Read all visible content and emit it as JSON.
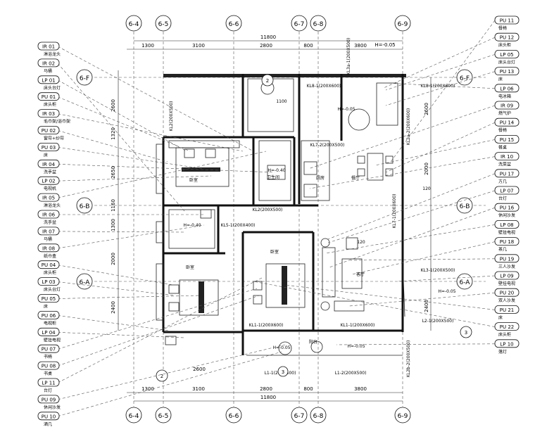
{
  "axes": {
    "columns": [
      "6-4",
      "6-5",
      "6-6",
      "6-7",
      "6-8",
      "6-9"
    ],
    "rows": [
      "6-F",
      "6-B",
      "6-A"
    ]
  },
  "dimensions": {
    "total_top": "11800",
    "total_bottom": "11800",
    "top_segments": [
      "1300",
      "3100",
      "2800",
      "800",
      "3800"
    ],
    "bottom_segments": [
      "1300",
      "3100",
      "2800",
      "800",
      "3800"
    ],
    "left_side": [
      "2600",
      "1320",
      "2650",
      "1160",
      "1300",
      "2000",
      "2400"
    ],
    "right_side": [
      "2600",
      "2000",
      "2400"
    ],
    "misc": [
      "2600",
      "1100",
      "120",
      "120"
    ]
  },
  "beams": [
    "KL3a-1(200X500)",
    "KL8-1(200X600)",
    "KL2(200X500)",
    "KL8-1(200X600)",
    "KL2a-2(200X600)",
    "KL7-2(200X500)",
    "KL2(200X500)",
    "KL5-1(200X400)",
    "KL1-1(200X600)",
    "L2-1(200X500)",
    "L1-1(200X500)",
    "L1-2(200X500)",
    "KL2b-2(200X500)",
    "KL3-1(200X500)",
    "KL1-1(200X600)",
    "KL7-1(200X600)"
  ],
  "levels": [
    "H=-0.05",
    "H=-0.05",
    "H=-0.40",
    "H=-0.40",
    "H=-0.05",
    "H=-0.05",
    "H=-0.05"
  ],
  "rooms": [
    "卧室",
    "餐厅",
    "客厅",
    "卧室",
    "卧室",
    "卫生间",
    "厨房",
    "阳台"
  ],
  "markers": [
    "2",
    "2",
    "3",
    "3"
  ],
  "left_labels": [
    {
      "code": "IR_01",
      "desc": "淋浴龙头"
    },
    {
      "code": "IR_02",
      "desc": "马桶"
    },
    {
      "code": "LP_01",
      "desc": "床头台灯"
    },
    {
      "code": "PU_01",
      "desc": "床头柜"
    },
    {
      "code": "IR_03",
      "desc": "毛巾架/浴巾架"
    },
    {
      "code": "PU_02",
      "desc": "窗帘+纱帘"
    },
    {
      "code": "PU_03",
      "desc": "床"
    },
    {
      "code": "IR_04",
      "desc": "洗手盆"
    },
    {
      "code": "LP_02",
      "desc": "电视机"
    },
    {
      "code": "IR_05",
      "desc": "淋浴龙头"
    },
    {
      "code": "IR_06",
      "desc": "洗手盆"
    },
    {
      "code": "IR_07",
      "desc": "马桶"
    },
    {
      "code": "IR_08",
      "desc": "纸巾盒"
    },
    {
      "code": "PU_04",
      "desc": "床头柜"
    },
    {
      "code": "LP_03",
      "desc": "床头台灯"
    },
    {
      "code": "PU_05",
      "desc": "床"
    },
    {
      "code": "PU_06",
      "desc": "电视柜"
    },
    {
      "code": "LP_04",
      "desc": "壁挂电视"
    },
    {
      "code": "PU_07",
      "desc": "书椅"
    },
    {
      "code": "PU_08",
      "desc": "书桌"
    },
    {
      "code": "LP_11",
      "desc": "台灯"
    },
    {
      "code": "PU_09",
      "desc": "休闲沙发"
    },
    {
      "code": "PU_10",
      "desc": "酒几"
    }
  ],
  "right_labels": [
    {
      "code": "PU_11",
      "desc": "餐椅"
    },
    {
      "code": "PU_12",
      "desc": "床头柜"
    },
    {
      "code": "LP_05",
      "desc": "床头台灯"
    },
    {
      "code": "PU_13",
      "desc": "床"
    },
    {
      "code": "LP_06",
      "desc": "电冰箱"
    },
    {
      "code": "IR_09",
      "desc": "燃气炉"
    },
    {
      "code": "PU_14",
      "desc": "餐椅"
    },
    {
      "code": "PU_15",
      "desc": "餐桌"
    },
    {
      "code": "IR_10",
      "desc": "洗菜盆"
    },
    {
      "code": "PU_17",
      "desc": "方几"
    },
    {
      "code": "LP_07",
      "desc": "台灯"
    },
    {
      "code": "PU_16",
      "desc": "休闲沙发"
    },
    {
      "code": "LP_08",
      "desc": "壁挂电视"
    },
    {
      "code": "PU_18",
      "desc": "茶几"
    },
    {
      "code": "PU_19",
      "desc": "三人沙发"
    },
    {
      "code": "LP_09",
      "desc": "壁挂电视"
    },
    {
      "code": "PU_20",
      "desc": "双人沙发"
    },
    {
      "code": "PU_21",
      "desc": "床"
    },
    {
      "code": "PU_22",
      "desc": "床头柜"
    },
    {
      "code": "LP_10",
      "desc": "落灯"
    }
  ]
}
